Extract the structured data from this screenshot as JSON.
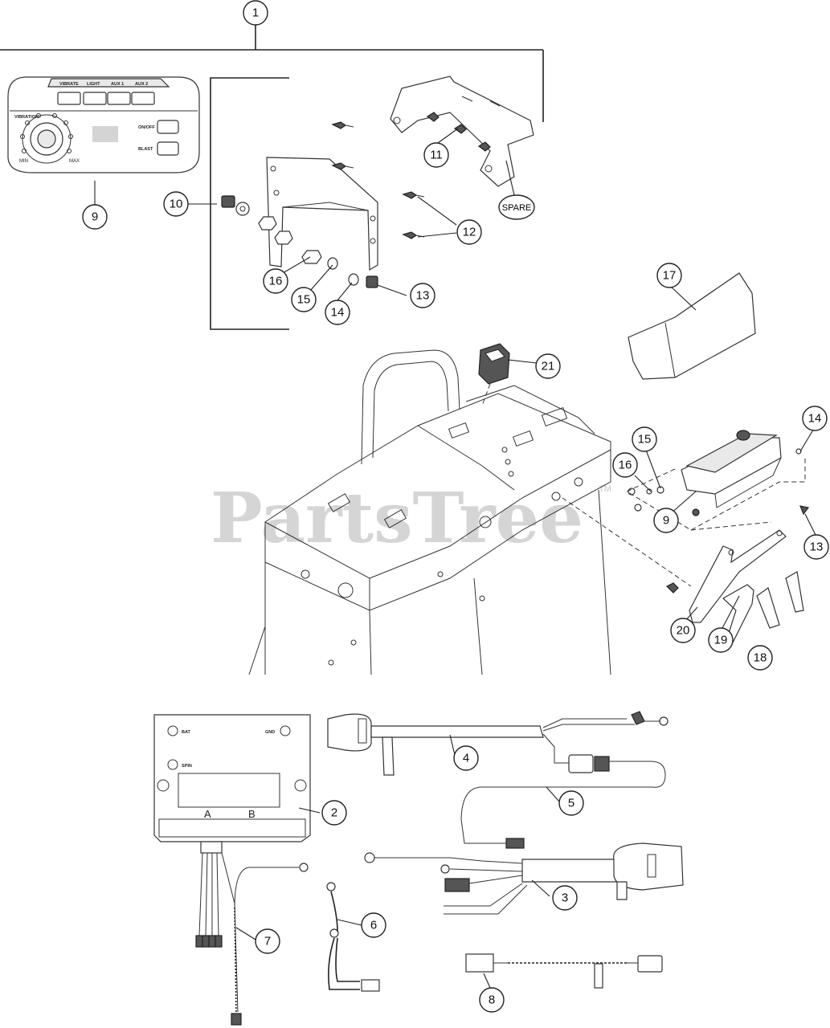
{
  "watermark": {
    "text": "PartsTree",
    "trademark": "TM"
  },
  "spare_label": "SPARE",
  "panel": {
    "buttons": [
      "VIBRATE",
      "LIGHT",
      "AUX 1",
      "AUX 2"
    ],
    "dial_label": "VIBRATION",
    "min": "MIN",
    "max": "MAX",
    "on_off": "ON/OFF",
    "blast": "BLAST"
  },
  "controller": {
    "bat": "BAT",
    "gnd": "GND",
    "spin": "SPIN",
    "port_a": "A",
    "port_b": "B"
  },
  "callouts": [
    "1",
    "2",
    "3",
    "4",
    "5",
    "6",
    "7",
    "8",
    "9",
    "9",
    "10",
    "11",
    "12",
    "13",
    "13",
    "14",
    "14",
    "15",
    "15",
    "16",
    "16",
    "17",
    "18",
    "19",
    "20",
    "21"
  ]
}
